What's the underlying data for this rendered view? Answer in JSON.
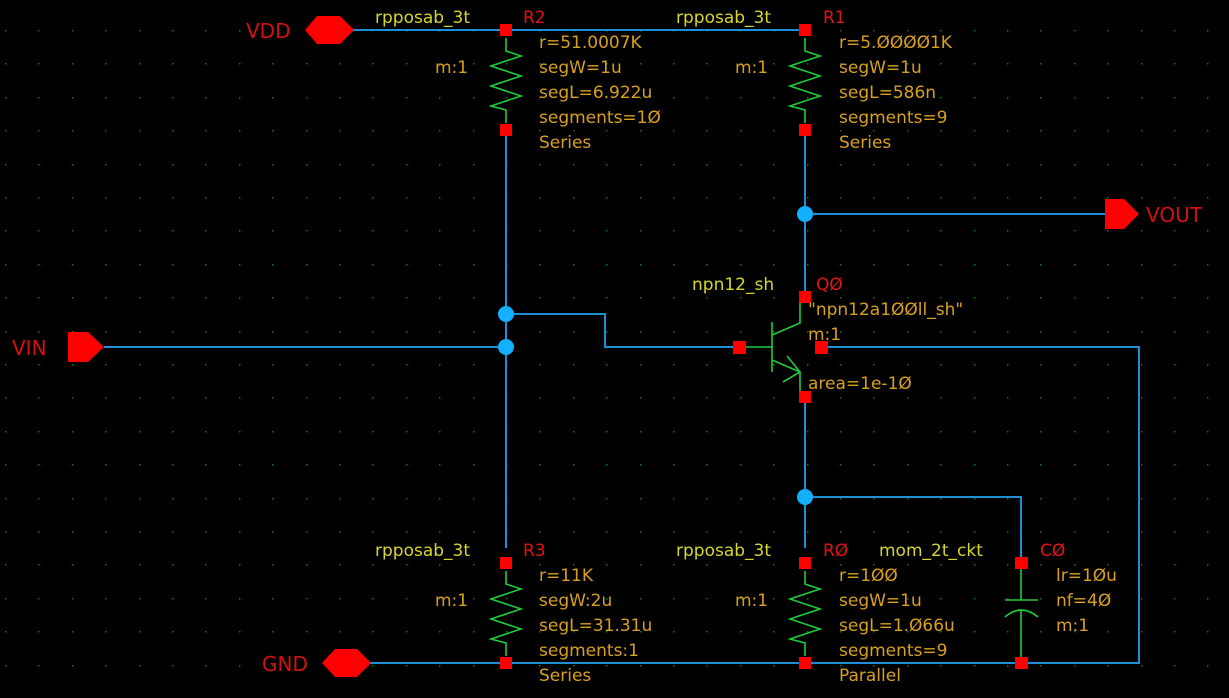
{
  "colors": {
    "background": "#000000",
    "wire": "#1e8fd6",
    "symbol": "#1fcc3a",
    "pin_square": "#ff0000",
    "junction": "#12b0ff",
    "cell_name": "#d6d62c",
    "instance_name": "#e01414",
    "parameter": "#d9a01e",
    "pin_label": "#d41010",
    "grid": "#0b7a1b"
  },
  "pins": {
    "vdd": {
      "label": "VDD",
      "direction": "inputOutput"
    },
    "vin": {
      "label": "VIN",
      "direction": "input"
    },
    "vout": {
      "label": "VOUT",
      "direction": "output"
    },
    "gnd": {
      "label": "GND",
      "direction": "inputOutput"
    }
  },
  "instances": {
    "r2": {
      "cell": "rpposab_3t",
      "name": "R2",
      "mult": "m:1",
      "params": [
        "r=51.0007K",
        "segW=1u",
        "segL=6.922u",
        "segments=1Ø",
        "Series"
      ]
    },
    "r1": {
      "cell": "rpposab_3t",
      "name": "R1",
      "mult": "m:1",
      "params": [
        "r=5.ØØØØ1K",
        "segW=1u",
        "segL=586n",
        "segments=9",
        "Series"
      ]
    },
    "q0": {
      "cell": "npn12_sh",
      "name": "QØ",
      "params": [
        "\"npn12a1ØØll_sh\"",
        "m:1",
        "area=1e-1Ø"
      ]
    },
    "r3": {
      "cell": "rpposab_3t",
      "name": "R3",
      "mult": "m:1",
      "params": [
        "r=11K",
        "segW:2u",
        "segL=31.31u",
        "segments:1",
        "Series"
      ]
    },
    "r0": {
      "cell": "rpposab_3t",
      "name": "RØ",
      "mult": "m:1",
      "params": [
        "r=1ØØ",
        "segW=1u",
        "segL=1.Ø66u",
        "segments=9",
        "Parallel"
      ]
    },
    "c0": {
      "cell": "mom_2t_ckt",
      "name": "CØ",
      "params": [
        "lr=1Øu",
        "nf=4Ø",
        "m:1"
      ]
    }
  }
}
